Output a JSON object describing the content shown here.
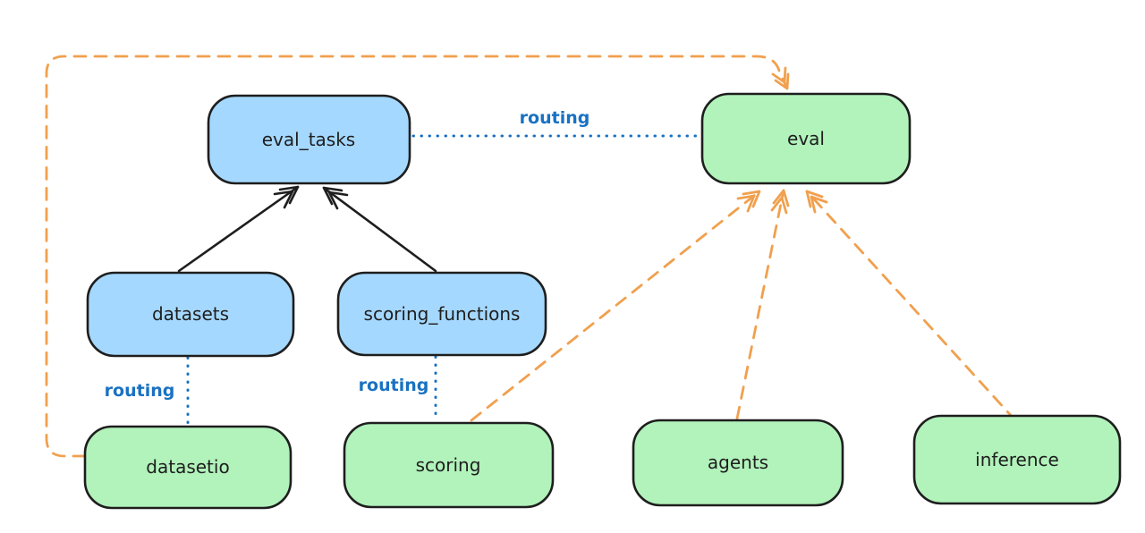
{
  "diagram": {
    "background": "#ffffff",
    "colors": {
      "node_border": "#1e1e1e",
      "blue_fill": "#a5d8ff",
      "green_fill": "#b2f2bb",
      "routing_blue": "#1971c2",
      "orange": "#f0a04e",
      "black_arrow": "#1e1e1e"
    },
    "nodes": [
      {
        "id": "eval_tasks",
        "label": "eval_tasks",
        "color": "blue"
      },
      {
        "id": "eval",
        "label": "eval",
        "color": "green"
      },
      {
        "id": "datasets",
        "label": "datasets",
        "color": "blue"
      },
      {
        "id": "scoring_functions",
        "label": "scoring_functions",
        "color": "blue"
      },
      {
        "id": "datasetio",
        "label": "datasetio",
        "color": "green"
      },
      {
        "id": "scoring",
        "label": "scoring",
        "color": "green"
      },
      {
        "id": "agents",
        "label": "agents",
        "color": "green"
      },
      {
        "id": "inference",
        "label": "inference",
        "color": "green"
      }
    ],
    "edges": [
      {
        "from": "datasets",
        "to": "eval_tasks",
        "style": "solid-black-arrow",
        "label": ""
      },
      {
        "from": "scoring_functions",
        "to": "eval_tasks",
        "style": "solid-black-arrow",
        "label": ""
      },
      {
        "from": "eval_tasks",
        "to": "eval",
        "style": "dotted-blue",
        "label": "routing"
      },
      {
        "from": "datasets",
        "to": "datasetio",
        "style": "dotted-blue",
        "label": "routing"
      },
      {
        "from": "scoring_functions",
        "to": "scoring",
        "style": "dotted-blue",
        "label": "routing"
      },
      {
        "from": "datasetio",
        "to": "eval",
        "style": "dashed-orange-arrow",
        "label": ""
      },
      {
        "from": "scoring",
        "to": "eval",
        "style": "dashed-orange-arrow",
        "label": ""
      },
      {
        "from": "agents",
        "to": "eval",
        "style": "dashed-orange-arrow",
        "label": ""
      },
      {
        "from": "inference",
        "to": "eval",
        "style": "dashed-orange-arrow",
        "label": ""
      }
    ]
  }
}
